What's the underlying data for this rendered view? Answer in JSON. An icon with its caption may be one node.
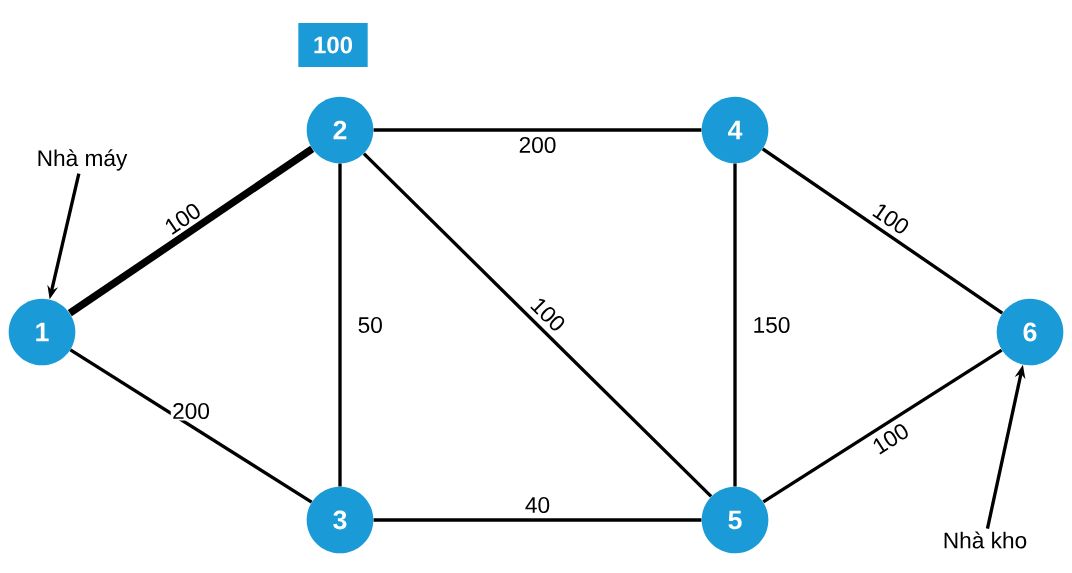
{
  "diagram": {
    "nodes": [
      {
        "text": [
          "100"
        ]
      },
      {
        "text": [
          "Nhà máy"
        ]
      },
      {
        "text": [
          "1"
        ]
      },
      {
        "text": [
          "2"
        ]
      },
      {
        "text": [
          "3"
        ]
      },
      {
        "text": [
          "4"
        ]
      },
      {
        "text": [
          "5"
        ]
      },
      {
        "text": [
          "6"
        ]
      },
      {
        "text": [
          "Nhà kho"
        ]
      }
    ],
    "edges": [
      {
        "from": 1,
        "to": 2,
        "arrow": "to"
      },
      {
        "from": 2,
        "to": 3,
        "arrow": "none",
        "label": "100",
        "style": "thick"
      },
      {
        "from": 2,
        "to": 4,
        "arrow": "none",
        "label": "200"
      },
      {
        "from": 3,
        "to": 5,
        "arrow": "none",
        "label": "200"
      },
      {
        "from": 3,
        "to": 4,
        "arrow": "none",
        "label": "50"
      },
      {
        "from": 3,
        "to": 6,
        "arrow": "none",
        "label": "100"
      },
      {
        "from": 4,
        "to": 6,
        "arrow": "none",
        "label": "40"
      },
      {
        "from": 5,
        "to": 6,
        "arrow": "none",
        "label": "150"
      },
      {
        "from": 5,
        "to": 7,
        "arrow": "none",
        "label": "100"
      },
      {
        "from": 6,
        "to": 7,
        "arrow": "none",
        "label": "100"
      },
      {
        "from": 8,
        "to": 7,
        "arrow": "to"
      }
    ]
  }
}
